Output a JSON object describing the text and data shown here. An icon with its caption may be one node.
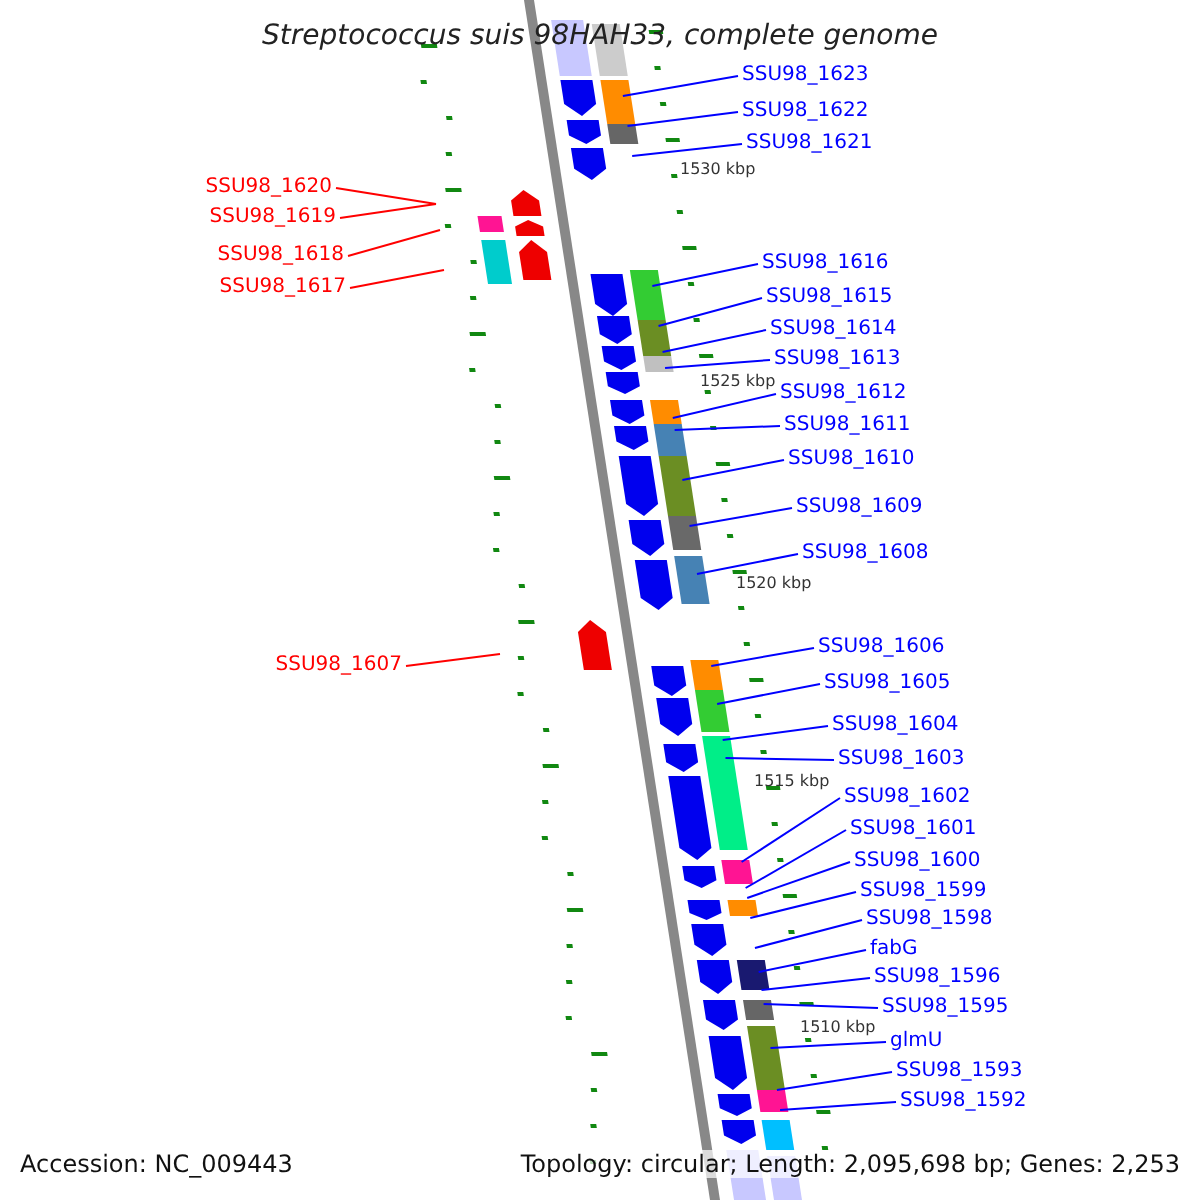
{
  "diagram": {
    "title": "Streptococcus suis 98HAH33, complete genome",
    "nodes": [
      {
        "text": [
          "SSU98_1623"
        ]
      },
      {
        "text": [
          "SSU98_1622"
        ]
      },
      {
        "text": [
          "SSU98_1621"
        ]
      },
      {
        "text": [
          "SSU98_1620"
        ]
      },
      {
        "text": [
          "SSU98_1619"
        ]
      },
      {
        "text": [
          "SSU98_1618"
        ]
      },
      {
        "text": [
          "SSU98_1617"
        ]
      },
      {
        "text": [
          "SSU98_1616"
        ]
      },
      {
        "text": [
          "SSU98_1615"
        ]
      },
      {
        "text": [
          "SSU98_1614"
        ]
      },
      {
        "text": [
          "SSU98_1613"
        ]
      },
      {
        "text": [
          "SSU98_1612"
        ]
      },
      {
        "text": [
          "SSU98_1611"
        ]
      },
      {
        "text": [
          "SSU98_1610"
        ]
      },
      {
        "text": [
          "SSU98_1609"
        ]
      },
      {
        "text": [
          "SSU98_1608"
        ]
      },
      {
        "text": [
          "SSU98_1607"
        ]
      },
      {
        "text": [
          "SSU98_1606"
        ]
      },
      {
        "text": [
          "SSU98_1605"
        ]
      },
      {
        "text": [
          "SSU98_1604"
        ]
      },
      {
        "text": [
          "SSU98_1603"
        ]
      },
      {
        "text": [
          "SSU98_1602"
        ]
      },
      {
        "text": [
          "SSU98_1601"
        ]
      },
      {
        "text": [
          "SSU98_1600"
        ]
      },
      {
        "text": [
          "SSU98_1599"
        ]
      },
      {
        "text": [
          "SSU98_1598"
        ]
      },
      {
        "text": [
          "fabG"
        ]
      },
      {
        "text": [
          "SSU98_1596"
        ]
      },
      {
        "text": [
          "SSU98_1595"
        ]
      },
      {
        "text": [
          "glmU"
        ]
      },
      {
        "text": [
          "SSU98_1593"
        ]
      },
      {
        "text": [
          "SSU98_1592"
        ]
      }
    ],
    "edges": [
      {
        "from": 0,
        "to": null,
        "arrow": "none"
      },
      {
        "from": 1,
        "to": null,
        "arrow": "none"
      },
      {
        "from": 2,
        "to": null,
        "arrow": "none"
      },
      {
        "from": 3,
        "to": null,
        "arrow": "none",
        "color": "#ff0000"
      },
      {
        "from": 4,
        "to": null,
        "arrow": "none",
        "color": "#ff0000"
      },
      {
        "from": 5,
        "to": null,
        "arrow": "none",
        "color": "#ff0000"
      },
      {
        "from": 6,
        "to": null,
        "arrow": "none",
        "color": "#ff0000"
      },
      {
        "from": 7,
        "to": null,
        "arrow": "none"
      },
      {
        "from": 8,
        "to": null,
        "arrow": "none"
      },
      {
        "from": 9,
        "to": null,
        "arrow": "none"
      },
      {
        "from": 10,
        "to": null,
        "arrow": "none"
      },
      {
        "from": 11,
        "to": null,
        "arrow": "none"
      },
      {
        "from": 12,
        "to": null,
        "arrow": "none"
      },
      {
        "from": 13,
        "to": null,
        "arrow": "none"
      },
      {
        "from": 14,
        "to": null,
        "arrow": "none"
      },
      {
        "from": 15,
        "to": null,
        "arrow": "none"
      },
      {
        "from": 16,
        "to": null,
        "arrow": "none",
        "color": "#ff0000"
      },
      {
        "from": 17,
        "to": null,
        "arrow": "none"
      },
      {
        "from": 18,
        "to": null,
        "arrow": "none"
      },
      {
        "from": 19,
        "to": null,
        "arrow": "none"
      },
      {
        "from": 20,
        "to": null,
        "arrow": "none"
      },
      {
        "from": 21,
        "to": null,
        "arrow": "none"
      },
      {
        "from": 22,
        "to": null,
        "arrow": "none"
      },
      {
        "from": 23,
        "to": null,
        "arrow": "none"
      },
      {
        "from": 24,
        "to": null,
        "arrow": "none"
      },
      {
        "from": 25,
        "to": null,
        "arrow": "none"
      },
      {
        "from": 26,
        "to": null,
        "arrow": "none"
      },
      {
        "from": 27,
        "to": null,
        "arrow": "none"
      },
      {
        "from": 28,
        "to": null,
        "arrow": "none"
      },
      {
        "from": 29,
        "to": null,
        "arrow": "none"
      },
      {
        "from": 30,
        "to": null,
        "arrow": "none"
      },
      {
        "from": 31,
        "to": null,
        "arrow": "none"
      }
    ],
    "labels": [
      "1530 kbp",
      "1525 kbp",
      "1520 kbp",
      "1515 kbp",
      "1510 kbp",
      "Accession: NC_009443",
      "Topology: circular; Length: 2,095,698 bp; Genes: 2,253"
    ]
  }
}
